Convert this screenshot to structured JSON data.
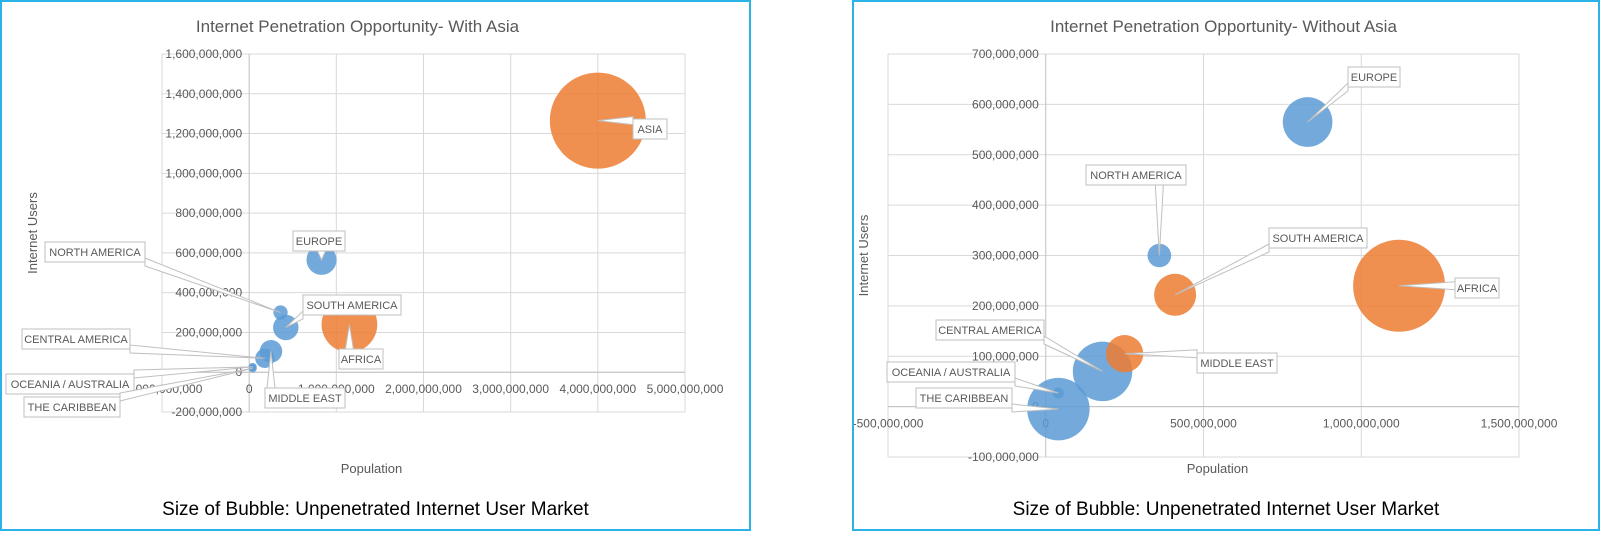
{
  "colors": {
    "asia_group": "#ED7D31",
    "other_group": "#5B9BD5",
    "frame": "#2AB3E6",
    "grid": "#D9D9D9",
    "text": "#595959"
  },
  "chart_data": [
    {
      "type": "scatter",
      "title": "Internet Penetration Opportunity- With Asia",
      "xlabel": "Population",
      "ylabel": "Internet Users",
      "caption": "Size of Bubble: Unpenetrated Internet User Market",
      "xlim": [
        -1000000000,
        5000000000
      ],
      "ylim": [
        -200000000,
        1600000000
      ],
      "x_ticks": [
        -1000000000,
        0,
        1000000000,
        2000000000,
        3000000000,
        4000000000,
        5000000000
      ],
      "x_tick_labels": [
        "-1,000,000,000",
        "0",
        "1,000,000,000",
        "2,000,000,000",
        "3,000,000,000",
        "4,000,000,000",
        "5,000,000,000"
      ],
      "y_ticks": [
        -200000000,
        0,
        200000000,
        400000000,
        600000000,
        800000000,
        1000000000,
        1200000000,
        1400000000,
        1600000000
      ],
      "y_tick_labels": [
        "-200,000,000",
        "0",
        "200,000,000",
        "400,000,000",
        "600,000,000",
        "800,000,000",
        "1,000,000,000",
        "1,200,000,000",
        "1,400,000,000",
        "1,600,000,000"
      ],
      "grid": true,
      "series": [
        {
          "label": "ASIA",
          "x": 4000000000,
          "y": 1265000000,
          "size": 2700000000,
          "group": "orange"
        },
        {
          "label": "AFRICA",
          "x": 1150000000,
          "y": 240000000,
          "size": 910000000,
          "group": "orange"
        },
        {
          "label": "EUROPE",
          "x": 830000000,
          "y": 565000000,
          "size": 265000000,
          "group": "blue"
        },
        {
          "label": "NORTH AMERICA",
          "x": 360000000,
          "y": 300000000,
          "size": 60000000,
          "group": "blue"
        },
        {
          "label": "SOUTH AMERICA",
          "x": 420000000,
          "y": 225000000,
          "size": 190000000,
          "group": "blue"
        },
        {
          "label": "MIDDLE EAST",
          "x": 250000000,
          "y": 105000000,
          "size": 150000000,
          "group": "blue"
        },
        {
          "label": "CENTRAL AMERICA",
          "x": 180000000,
          "y": 70000000,
          "size": 110000000,
          "group": "blue"
        },
        {
          "label": "OCEANIA / AUSTRALIA",
          "x": 40000000,
          "y": 27000000,
          "size": 13000000,
          "group": "blue"
        },
        {
          "label": "THE CARIBBEAN",
          "x": 40000000,
          "y": 20000000,
          "size": 20000000,
          "group": "blue"
        }
      ]
    },
    {
      "type": "scatter",
      "title": "Internet Penetration Opportunity- Without Asia",
      "xlabel": "Population",
      "ylabel": "Internet Users",
      "caption": "Size of Bubble: Unpenetrated Internet User Market",
      "xlim": [
        -500000000,
        1500000000
      ],
      "ylim": [
        -100000000,
        700000000
      ],
      "x_ticks": [
        -500000000,
        0,
        500000000,
        1000000000,
        1500000000
      ],
      "x_tick_labels": [
        "-500,000,000",
        "0",
        "500,000,000",
        "1,000,000,000",
        "1,500,000,000"
      ],
      "y_ticks": [
        -100000000,
        0,
        100000000,
        200000000,
        300000000,
        400000000,
        500000000,
        600000000,
        700000000
      ],
      "y_tick_labels": [
        "-100,000,000",
        "0",
        "100,000,000",
        "200,000,000",
        "300,000,000",
        "400,000,000",
        "500,000,000",
        "600,000,000",
        "700,000,000"
      ],
      "grid": true,
      "series": [
        {
          "label": "AFRICA",
          "x": 1120000000,
          "y": 240000000,
          "size": 910000000,
          "group": "orange"
        },
        {
          "label": "SOUTH AMERICA",
          "x": 410000000,
          "y": 222000000,
          "size": 190000000,
          "group": "orange"
        },
        {
          "label": "MIDDLE EAST",
          "x": 250000000,
          "y": 105000000,
          "size": 150000000,
          "group": "orange"
        },
        {
          "label": "EUROPE",
          "x": 830000000,
          "y": 565000000,
          "size": 265000000,
          "group": "blue"
        },
        {
          "label": "NORTH AMERICA",
          "x": 360000000,
          "y": 300000000,
          "size": 60000000,
          "group": "blue"
        },
        {
          "label": "CENTRAL AMERICA",
          "x": 180000000,
          "y": 70000000,
          "size": 380000000,
          "group": "blue"
        },
        {
          "label": "OCEANIA / AUSTRALIA",
          "x": 40000000,
          "y": 27000000,
          "size": 13000000,
          "group": "blue"
        },
        {
          "label": "THE CARIBBEAN",
          "x": 40000000,
          "y": -5000000,
          "size": 420000000,
          "group": "blue"
        }
      ]
    }
  ]
}
